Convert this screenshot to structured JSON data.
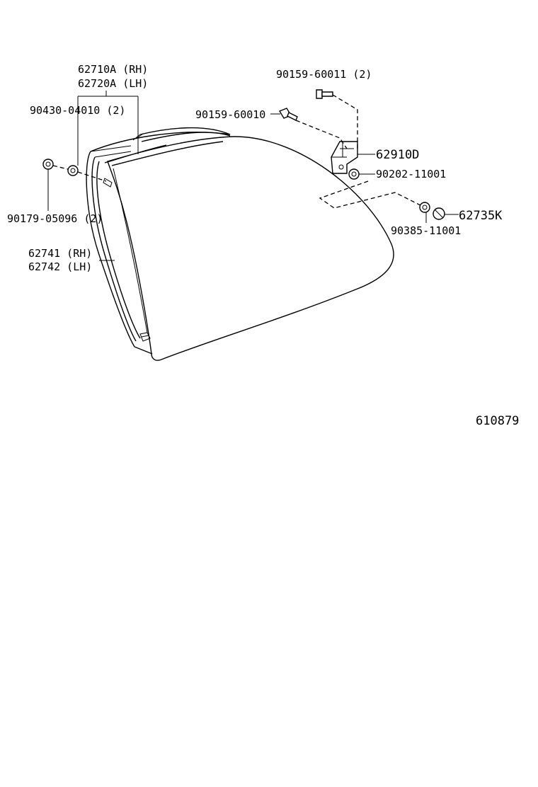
{
  "diagram": {
    "labels": {
      "p62710A": "62710A (RH)",
      "p62720A": "62720A (LH)",
      "p90430": "90430-04010 (2)",
      "p90179": "90179-05096 (2)",
      "p62741": "62741 (RH)",
      "p62742": "62742 (LH)",
      "p90159_60011": "90159-60011 (2)",
      "p90159_60010": "90159-60010",
      "p62910D": "62910D",
      "p90202": "90202-11001",
      "p62735K": "62735K",
      "p90385": "90385-11001",
      "ref": "610879"
    }
  }
}
